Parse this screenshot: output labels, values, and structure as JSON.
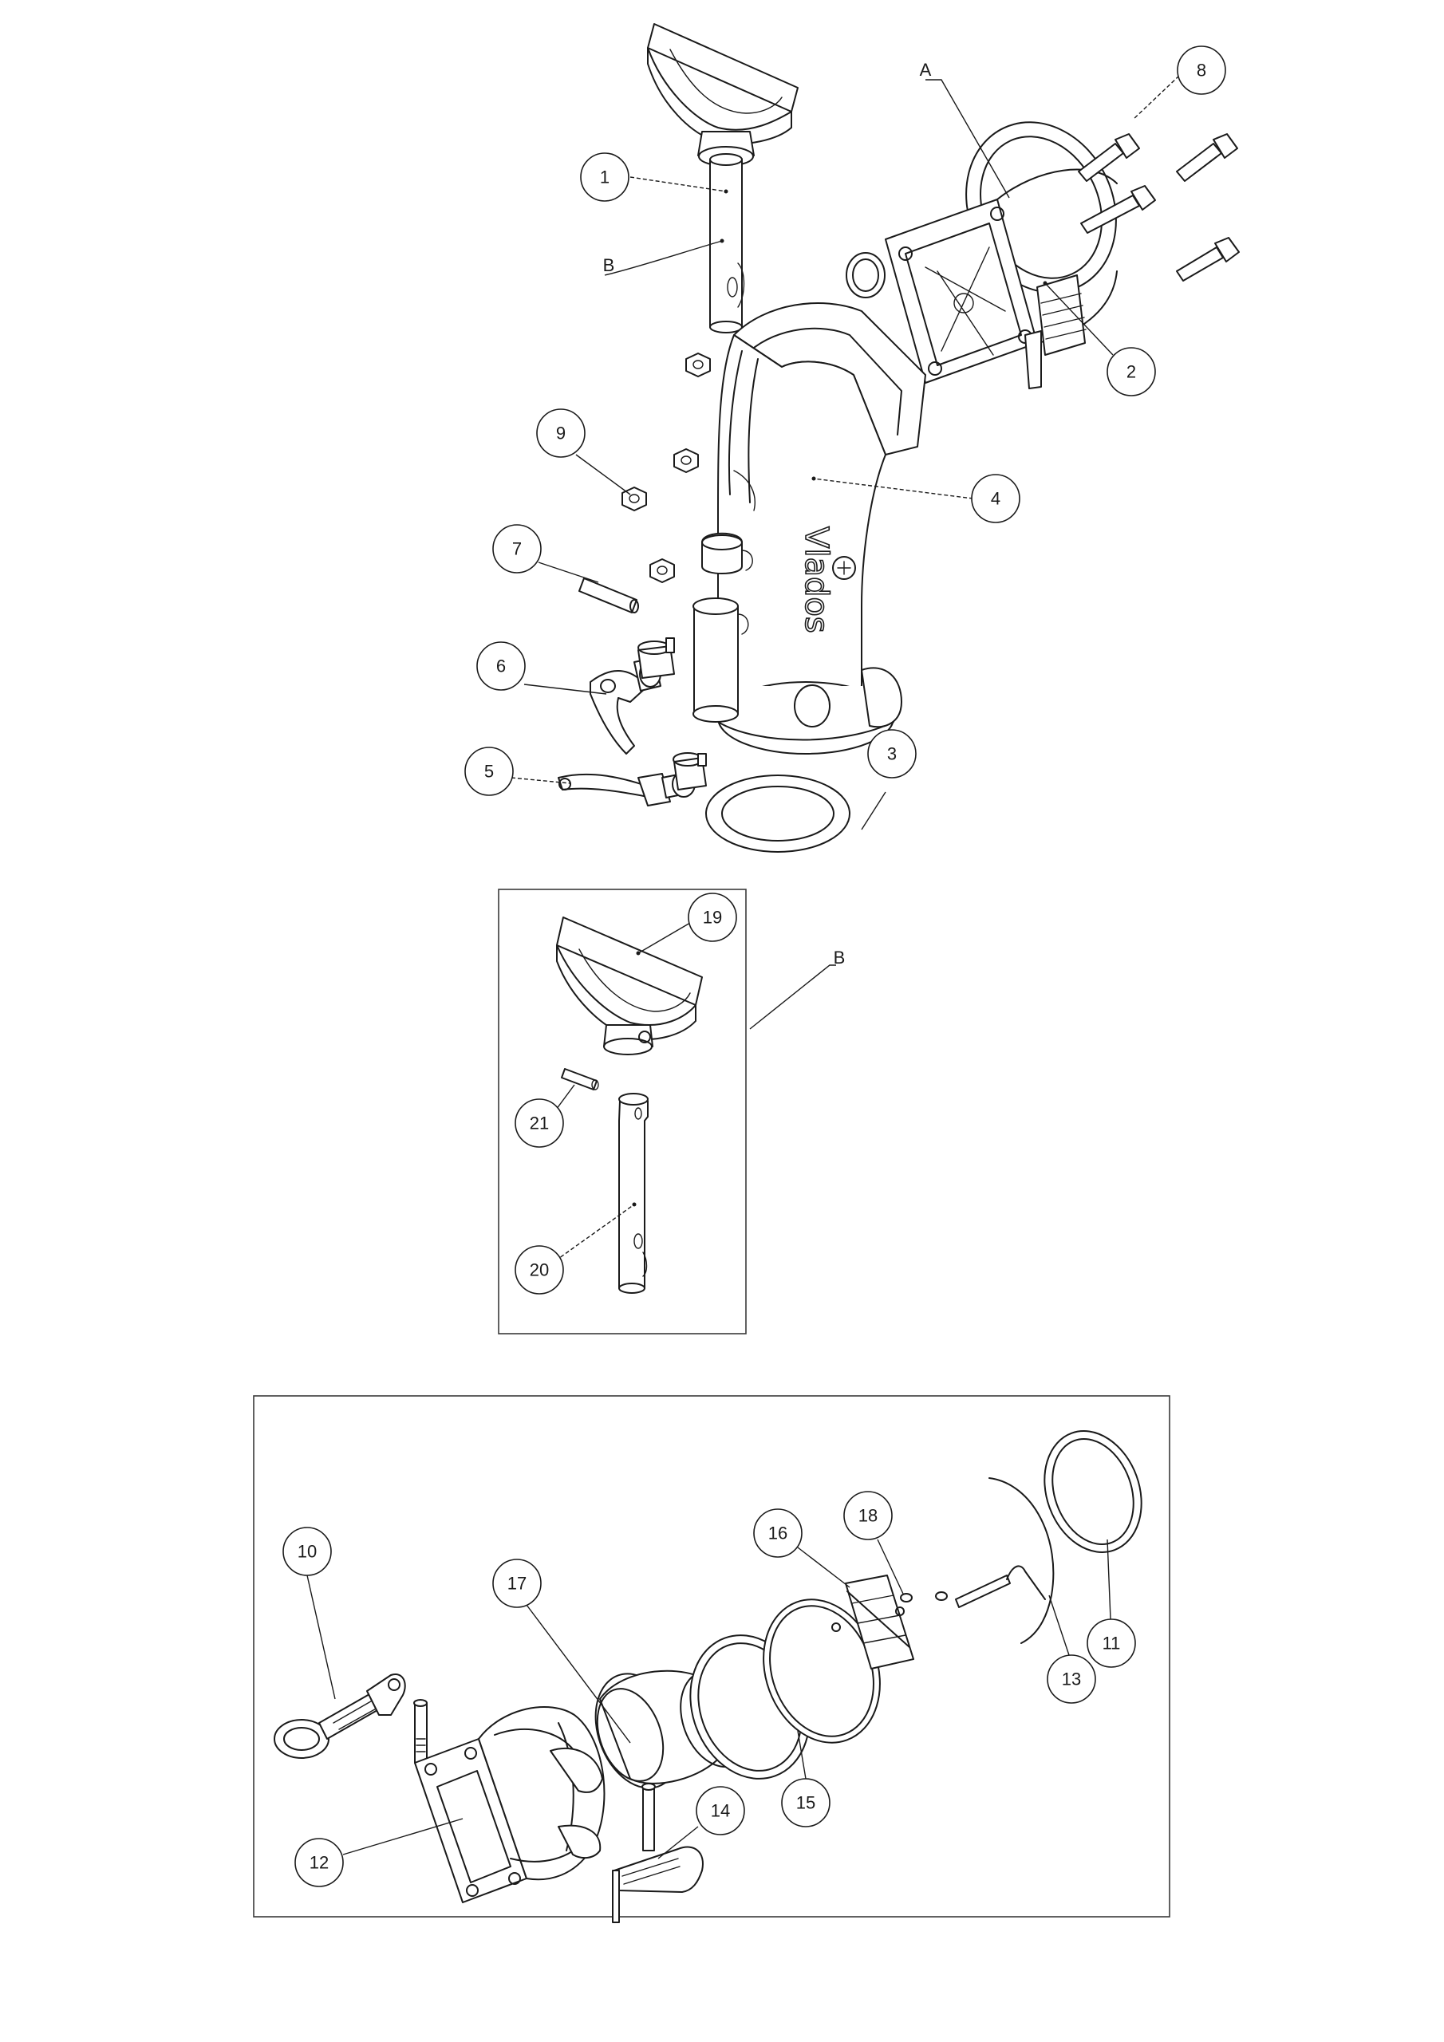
{
  "brand": "Vlados",
  "callouts": [
    {
      "id": "c1",
      "label": "1"
    },
    {
      "id": "c2",
      "label": "2"
    },
    {
      "id": "c3",
      "label": "3"
    },
    {
      "id": "c4",
      "label": "4"
    },
    {
      "id": "c5",
      "label": "5"
    },
    {
      "id": "c6",
      "label": "6"
    },
    {
      "id": "c7",
      "label": "7"
    },
    {
      "id": "c8",
      "label": "8"
    },
    {
      "id": "c9",
      "label": "9"
    },
    {
      "id": "c10",
      "label": "10"
    },
    {
      "id": "c11",
      "label": "11"
    },
    {
      "id": "c12",
      "label": "12"
    },
    {
      "id": "c13",
      "label": "13"
    },
    {
      "id": "c14",
      "label": "14"
    },
    {
      "id": "c15",
      "label": "15"
    },
    {
      "id": "c16",
      "label": "16"
    },
    {
      "id": "c17",
      "label": "17"
    },
    {
      "id": "c18",
      "label": "18"
    },
    {
      "id": "c19",
      "label": "19"
    },
    {
      "id": "c20",
      "label": "20"
    },
    {
      "id": "c21",
      "label": "21"
    }
  ],
  "letters": {
    "a_top": "A",
    "b_top": "B",
    "b_detail": "B"
  }
}
